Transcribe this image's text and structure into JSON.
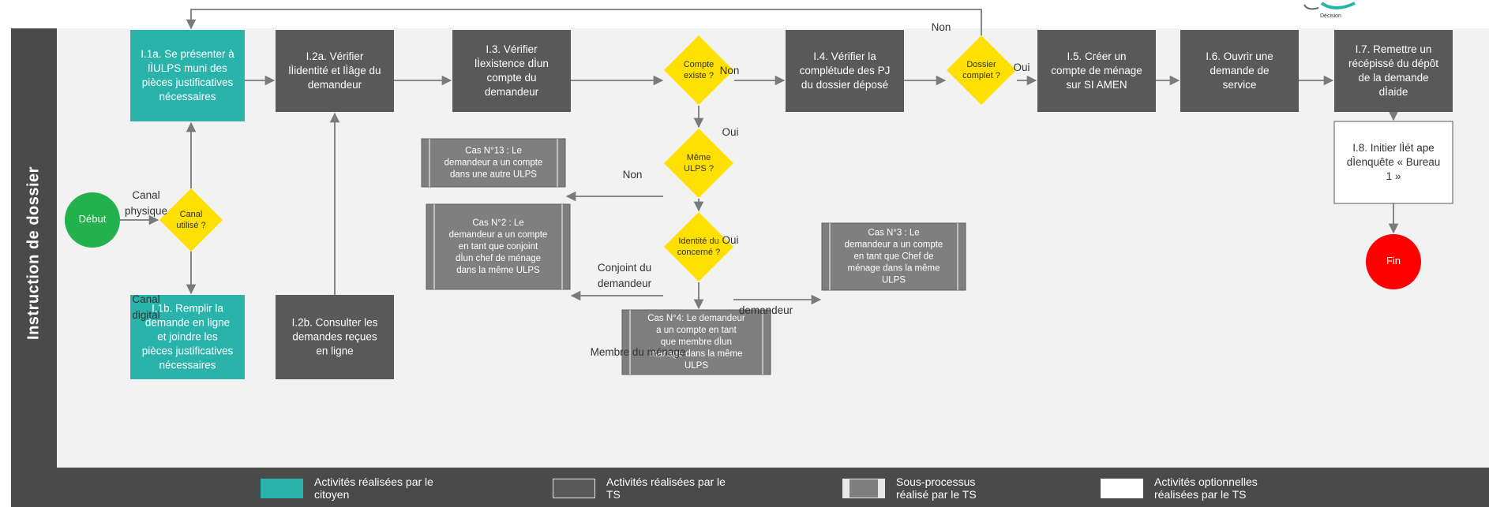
{
  "lane_title": "Instruction de dossier",
  "header": {
    "decision_label": "Décision"
  },
  "nodes": {
    "start": "Début",
    "end": "Fin",
    "canal": "Canal\nutilisé ?",
    "i1a": "I.1a. Se présenter à\nlÌULPS muni des\npièces justificatives\nnécessaires",
    "i1b": "I.1b. Remplir la\ndemande en ligne\net joindre les\npièces justificatives\nnécessaires",
    "i2a": "I.2a. Vérifier\nlÌidentité et lÌâge du\ndemandeur",
    "i2b": "I.2b. Consulter les\ndemandes reçues\nen ligne",
    "i3": "I.3. Vérifier\nlÌexistence dÌun\ncompte du\ndemandeur",
    "compte": "Compte\nexiste ?",
    "i4": "I.4. Vérifier la\ncomplétude des PJ\ndu dossier déposé",
    "dossier": "Dossier\ncomplet ?",
    "i5": "I.5. Créer un\ncompte de ménage\nsur SI AMEN",
    "i6": "I.6. Ouvrir une\ndemande de\nservice",
    "i7": "I.7. Remettre un\nrécépissé du dépôt\nde la demande\ndÌaide",
    "i8": "I.8. Initier lÌét ape\ndÌenquête « Bureau\n1 »",
    "meme": "Même\nULPS ?",
    "identite": "Identité du\nconcerné ?",
    "cas13": "Cas N°13 : Le\ndemandeur a un compte\ndans une autre ULPS",
    "cas2": "Cas N°2 : Le\ndemandeur a un compte\nen tant que conjoint\ndÌun chef de ménage\ndans la même ULPS",
    "cas3": "Cas N°3 : Le\ndemandeur a un compte\nen tant que Chef de\nménage dans la même\nULPS",
    "cas4": "Cas N°4: Le demandeur\na un compte en tant\nque membre dÌun\nmanage dans la même\nULPS"
  },
  "labels": {
    "canal_physique": "Canal\nphysique",
    "canal_digital": "Canal\ndigital",
    "non_compte": "Non",
    "oui_compte": "Oui",
    "non_top": "Non",
    "oui_dossier": "Oui",
    "non_meme": "Non",
    "oui_meme": "Oui",
    "conjoint": "Conjoint du\ndemandeur",
    "demandeur": "demandeur",
    "membre": "Membre du ménage"
  },
  "legend": [
    {
      "text": "Activités réalisées par le\ncitoyen",
      "color": "#2ab3ab",
      "style": "filled"
    },
    {
      "text": "Activités réalisées par le\nTS",
      "color": "#595959",
      "style": "filled"
    },
    {
      "text": "Sous-processus\nréalisé par le TS",
      "color": "#7f7f7f",
      "style": "subprocess"
    },
    {
      "text": "Activités optionnelles\nréalisées par le TS",
      "color": "#ffffff",
      "style": "white"
    }
  ],
  "colors": {
    "citizen": "#2ab3ab",
    "ts": "#595959",
    "subprocess": "#7f7f7f",
    "decision": "#ffe000",
    "start": "#22b14c",
    "end": "#ff0000",
    "lane": "#4a4a4a",
    "arrow": "#7a7a7a"
  }
}
